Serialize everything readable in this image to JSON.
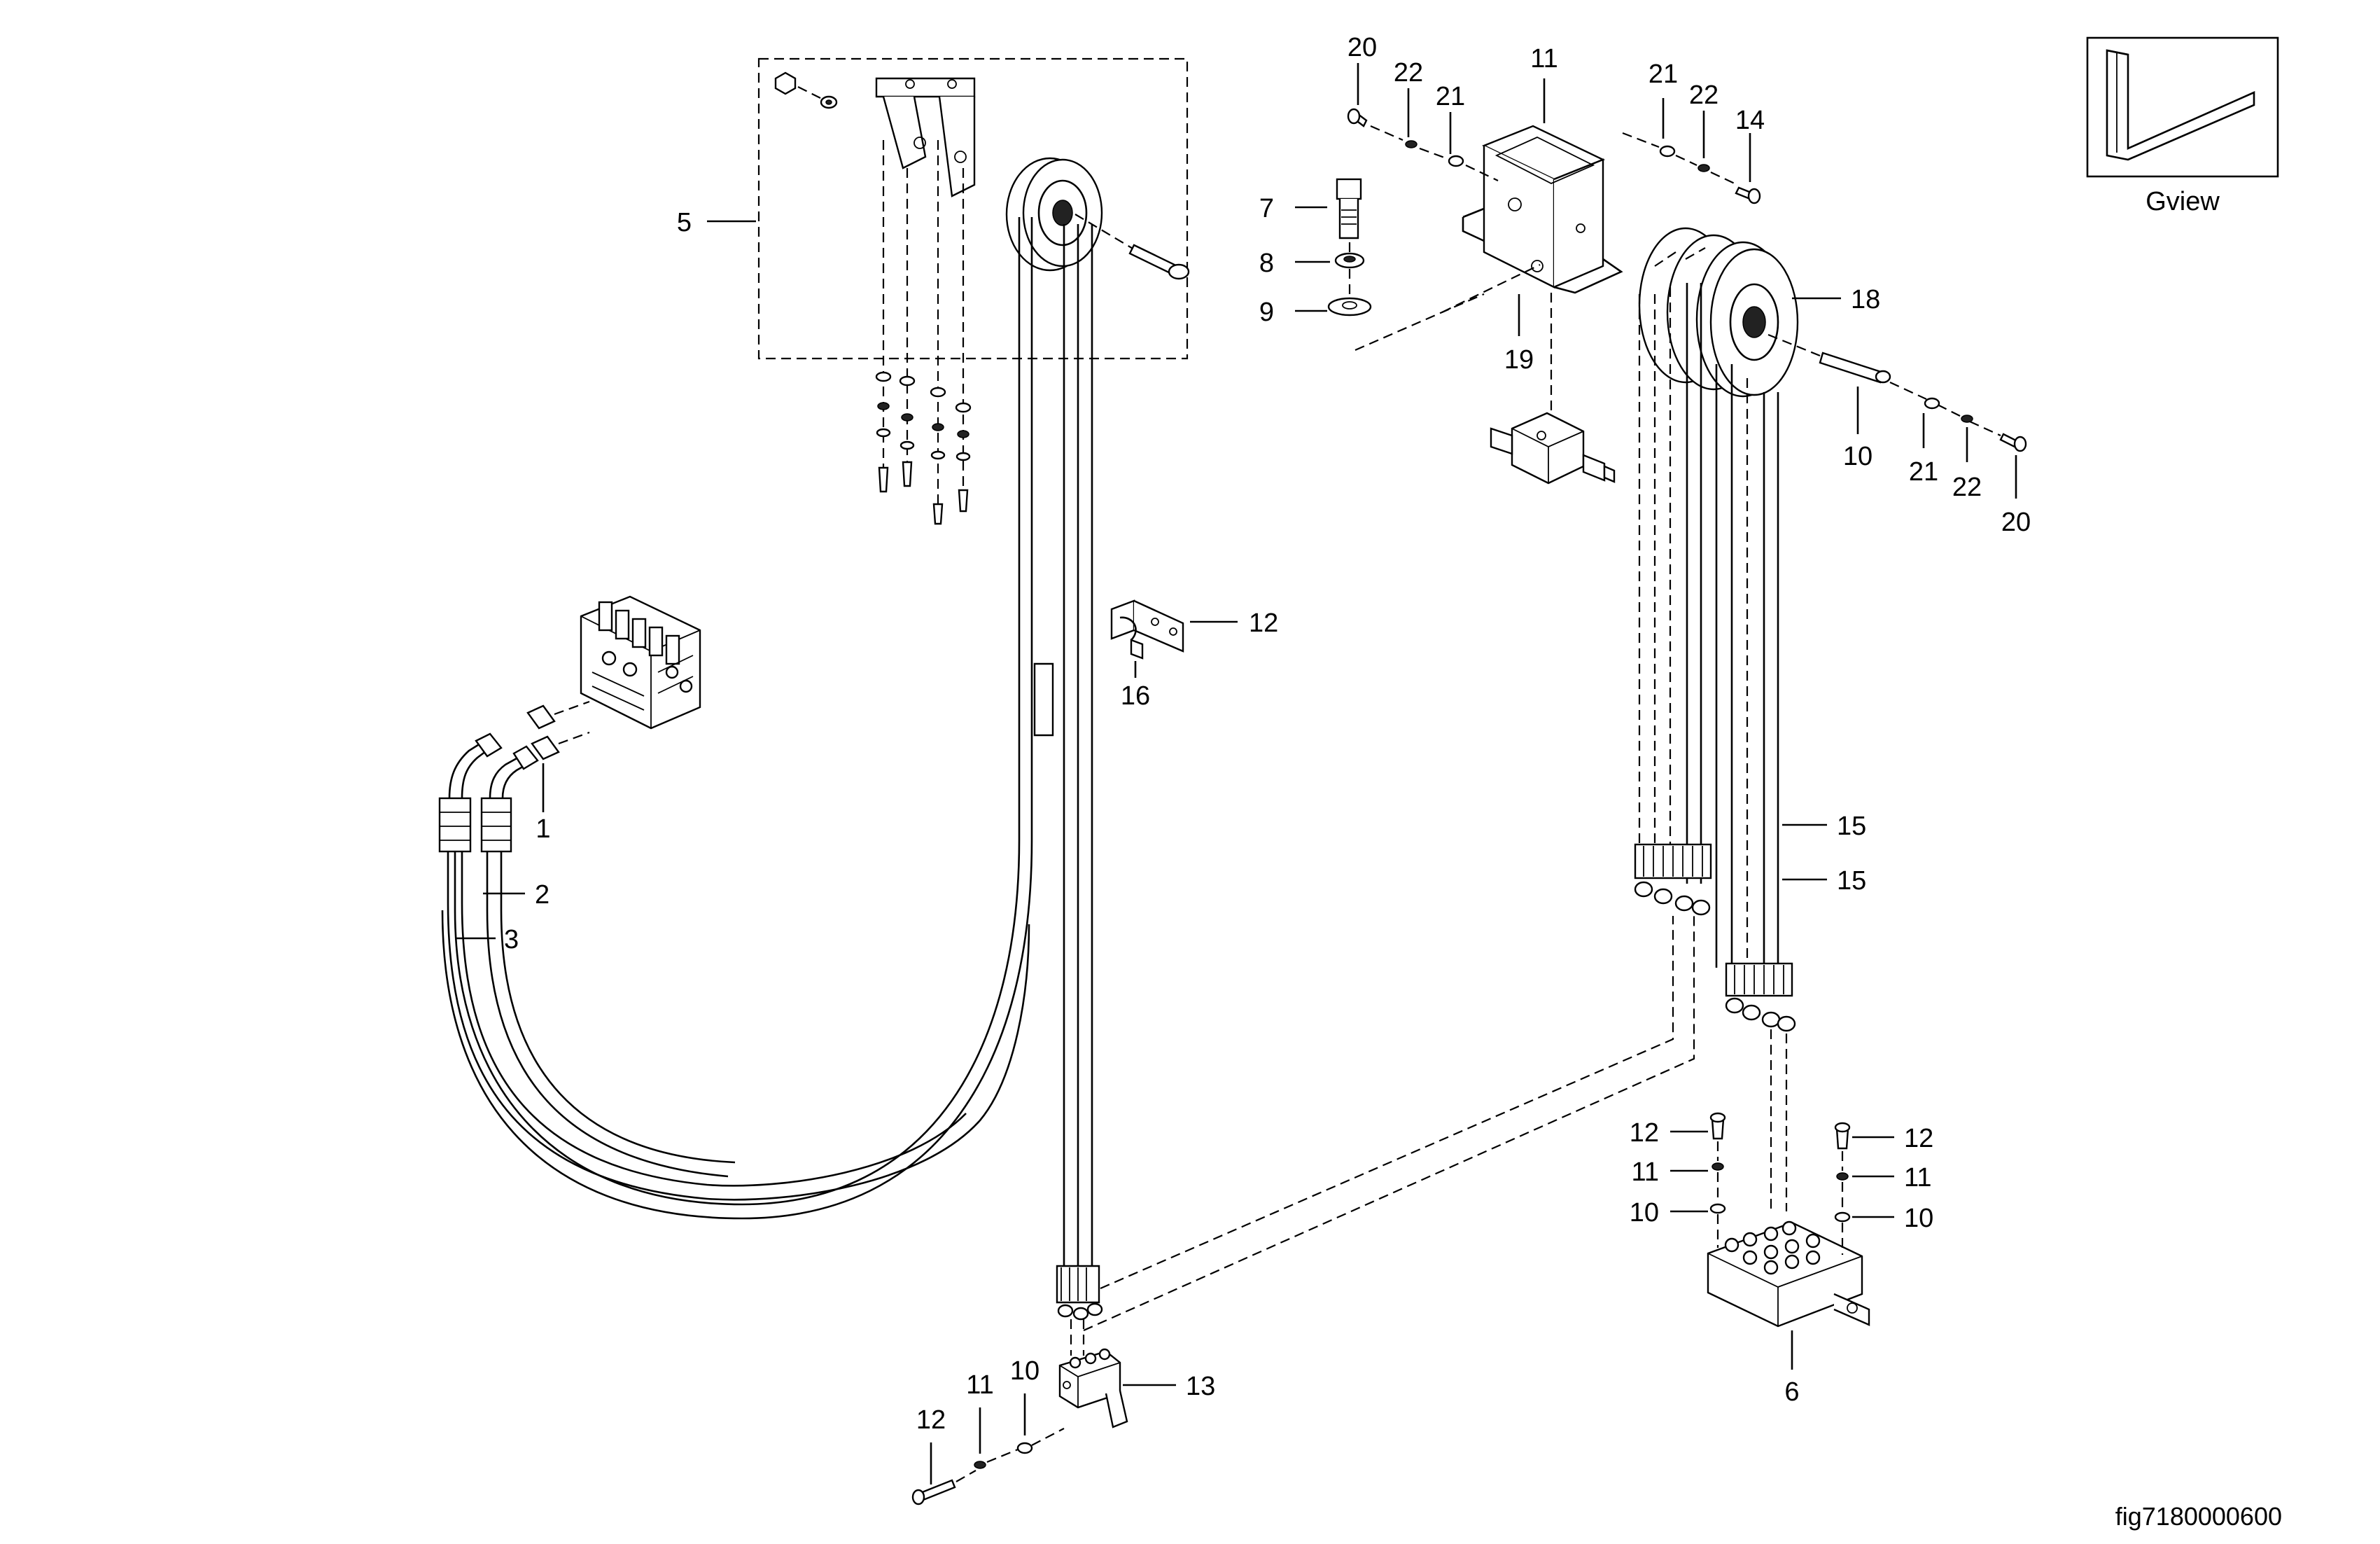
{
  "labels": {
    "l1": "1",
    "l2": "2",
    "l3": "3",
    "l5": "5",
    "l7": "7",
    "l8": "8",
    "l9": "9",
    "l10a": "10",
    "l10b": "10",
    "l10c": "10",
    "l10d": "10",
    "l11a": "11",
    "l11b": "11",
    "l11c": "11",
    "l11d": "11",
    "l12a": "12",
    "l12b": "12",
    "l12c": "12",
    "l12d": "12",
    "l13": "13",
    "l14": "14",
    "l15a": "15",
    "l15b": "15",
    "l16": "16",
    "l18": "18",
    "l19": "19",
    "l20a": "20",
    "l20b": "20",
    "l21a": "21",
    "l21b": "21",
    "l21c": "21",
    "l22a": "22",
    "l22b": "22",
    "l22c": "22",
    "l6": "6"
  },
  "inset_label": "Gview",
  "figure_id": "fig7180000600"
}
